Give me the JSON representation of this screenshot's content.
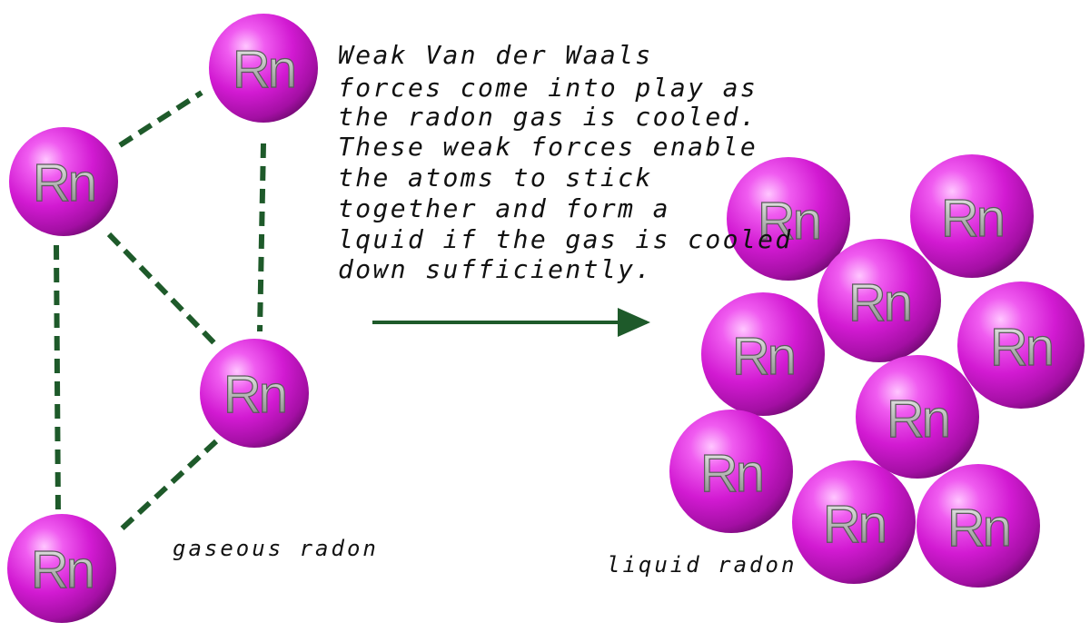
{
  "explanation_lines": [
    "Weak Van der Waals",
    "forces come into play as",
    "the radon gas is cooled.",
    "These weak forces enable",
    "the atoms to stick",
    "together and form a",
    "lquid if the gas is cooled",
    "down sufficiently."
  ],
  "captions": {
    "gaseous": "gaseous radon",
    "liquid": "liquid radon"
  },
  "atom_symbol": "Rn",
  "colors": {
    "atom_magenta": "#d21ad2",
    "atom_highlight": "#ffb4ff",
    "atom_shadow": "#6e0a6e",
    "bond_green": "#1e5a2a",
    "arrow_green": "#1e5a2a"
  },
  "gas_atoms": [
    {
      "id": "gas-atom-top-right",
      "symbol": "Rn"
    },
    {
      "id": "gas-atom-left",
      "symbol": "Rn"
    },
    {
      "id": "gas-atom-middle",
      "symbol": "Rn"
    },
    {
      "id": "gas-atom-bottom-left",
      "symbol": "Rn"
    }
  ],
  "liquid_atoms": [
    {
      "id": "liquid-atom-1",
      "symbol": "Rn"
    },
    {
      "id": "liquid-atom-2",
      "symbol": "Rn"
    },
    {
      "id": "liquid-atom-3",
      "symbol": "Rn"
    },
    {
      "id": "liquid-atom-4",
      "symbol": "Rn"
    },
    {
      "id": "liquid-atom-5",
      "symbol": "Rn"
    },
    {
      "id": "liquid-atom-6",
      "symbol": "Rn"
    },
    {
      "id": "liquid-atom-7",
      "symbol": "Rn"
    },
    {
      "id": "liquid-atom-8",
      "symbol": "Rn"
    },
    {
      "id": "liquid-atom-9",
      "symbol": "Rn"
    }
  ]
}
